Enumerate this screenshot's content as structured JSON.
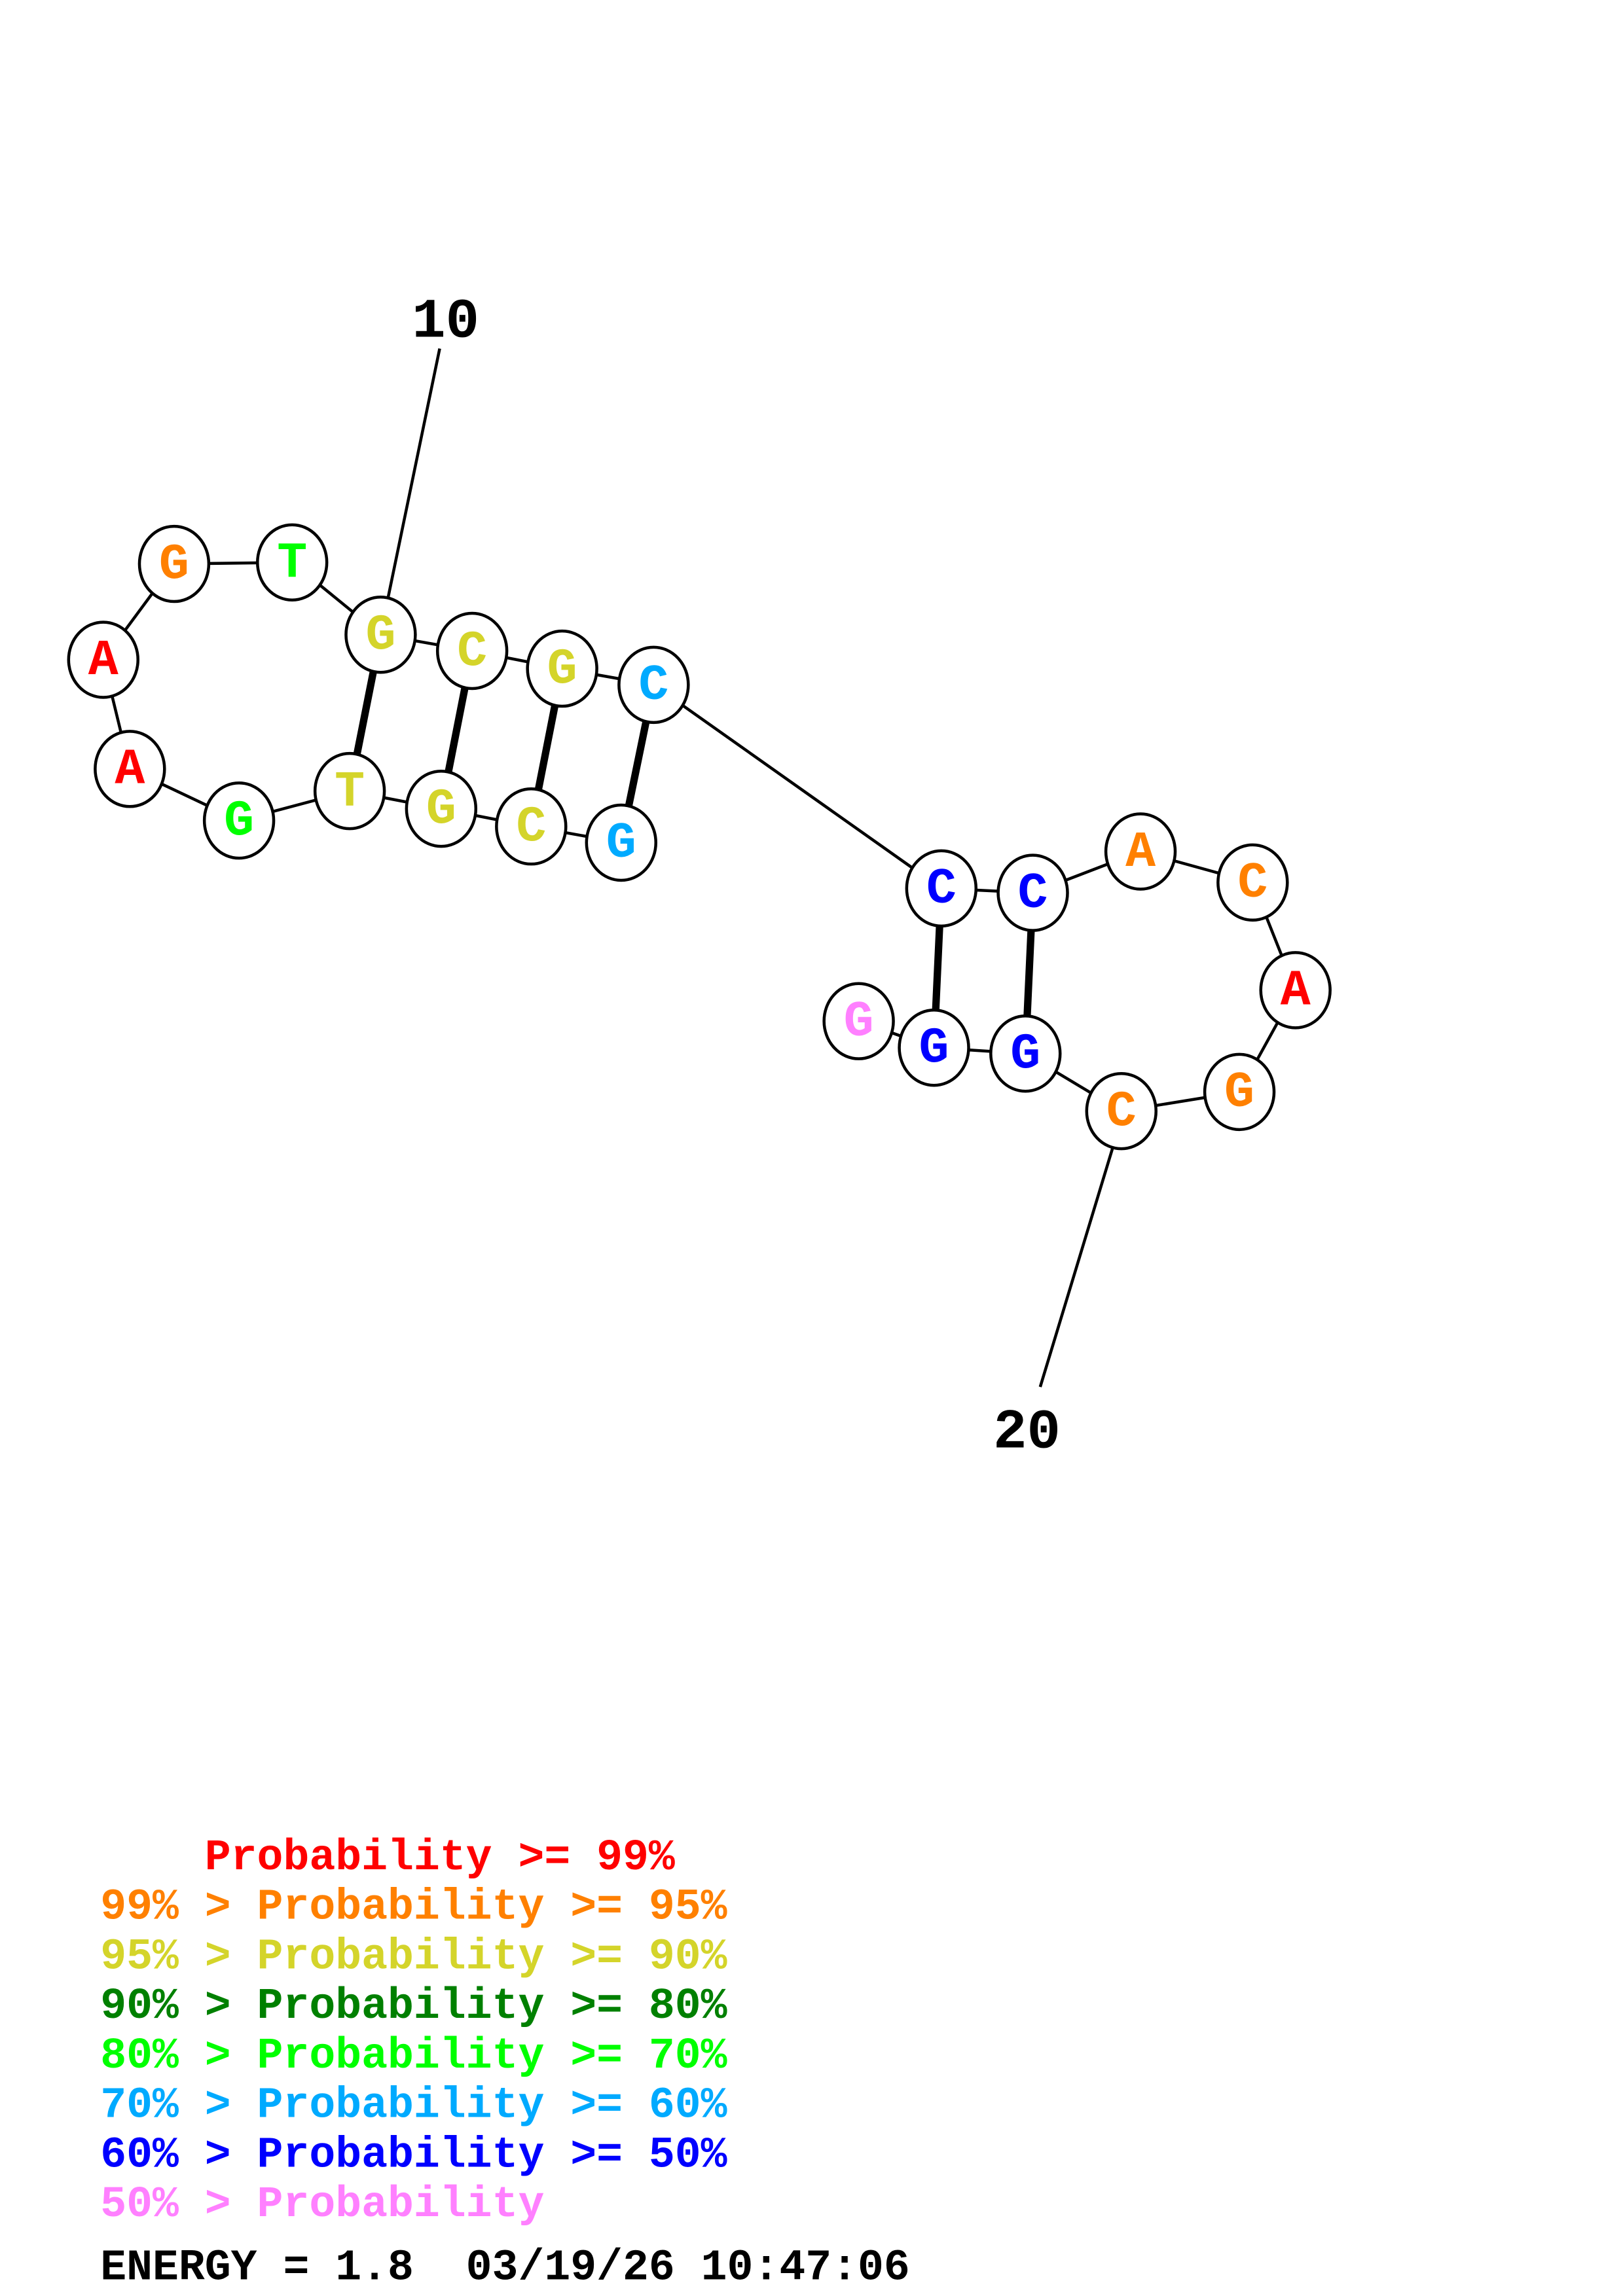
{
  "structure": {
    "sequence": [
      "G",
      "C",
      "G",
      "T",
      "G",
      "A",
      "A",
      "G",
      "T",
      "G",
      "C",
      "G",
      "C",
      "C",
      "C",
      "A",
      "C",
      "A",
      "G",
      "C",
      "G",
      "G",
      "G"
    ],
    "colors": [
      "#00aaff",
      "#d4d42a",
      "#d4d42a",
      "#d4d42a",
      "#00ff00",
      "#ff0000",
      "#ff0000",
      "#ff8000",
      "#00ff00",
      "#d4d42a",
      "#d4d42a",
      "#d4d42a",
      "#00aaff",
      "#0000ff",
      "#0000ff",
      "#ff8000",
      "#ff8000",
      "#ff0000",
      "#ff8000",
      "#ff8000",
      "#0000ff",
      "#0000ff",
      "#ff80ff"
    ],
    "pairs": [
      [
        10,
        4
      ],
      [
        11,
        3
      ],
      [
        12,
        2
      ],
      [
        13,
        1
      ],
      [
        14,
        22
      ],
      [
        15,
        21
      ]
    ],
    "position_labels": [
      {
        "index": 10,
        "text": "10"
      },
      {
        "index": 20,
        "text": "20"
      }
    ]
  },
  "legend": [
    {
      "text": "    Probability >= 99%",
      "color": "#ff0000"
    },
    {
      "text": "99% > Probability >= 95%",
      "color": "#ff8000"
    },
    {
      "text": "95% > Probability >= 90%",
      "color": "#d4d42a"
    },
    {
      "text": "90% > Probability >= 80%",
      "color": "#008000"
    },
    {
      "text": "80% > Probability >= 70%",
      "color": "#00ff00"
    },
    {
      "text": "70% > Probability >= 60%",
      "color": "#00aaff"
    },
    {
      "text": "60% > Probability >= 50%",
      "color": "#0000ff"
    },
    {
      "text": "50% > Probability",
      "color": "#ff80ff"
    }
  ],
  "footer": {
    "energy_line": "ENERGY = 1.8  03/19/26 10:47:06"
  }
}
